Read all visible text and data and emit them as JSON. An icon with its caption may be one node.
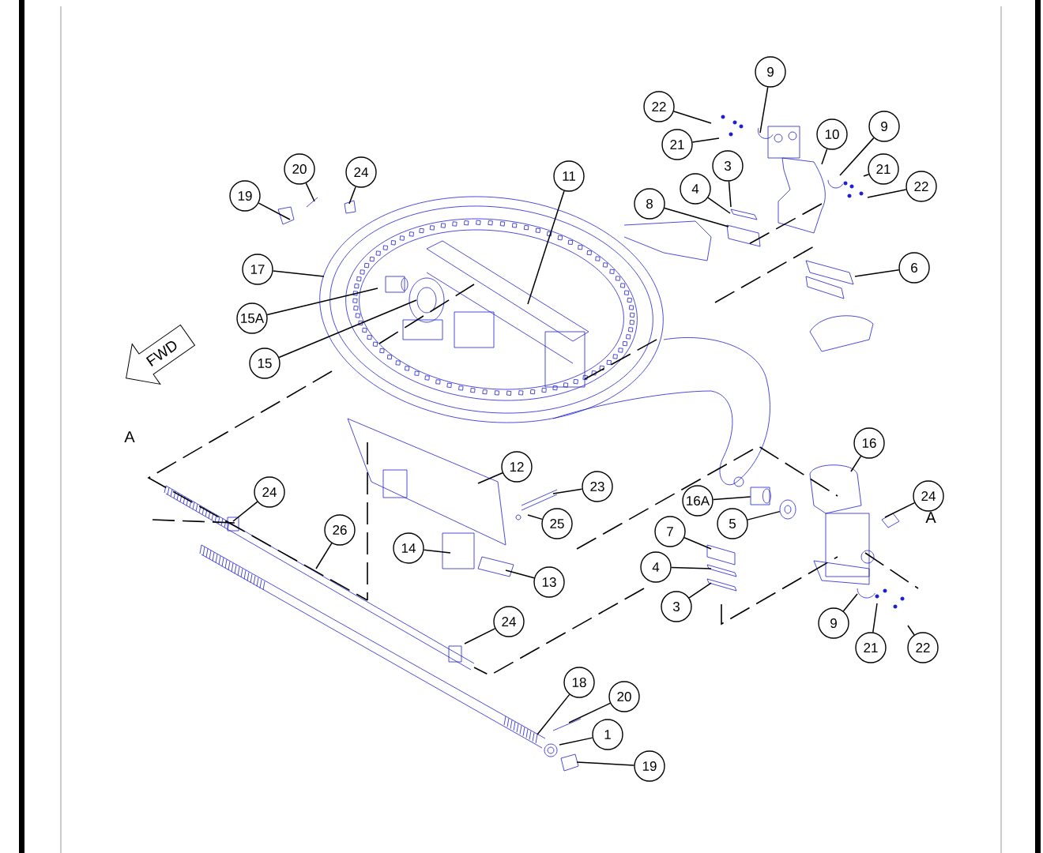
{
  "diagram": {
    "nodes": [
      {
        "text": [
          "9"
        ]
      },
      {
        "text": [
          "22"
        ]
      },
      {
        "text": [
          "21"
        ]
      },
      {
        "text": [
          "10"
        ]
      },
      {
        "text": [
          "9"
        ]
      },
      {
        "text": [
          "21"
        ]
      },
      {
        "text": [
          "22"
        ]
      },
      {
        "text": [
          "3"
        ]
      },
      {
        "text": [
          "4"
        ]
      },
      {
        "text": [
          "8"
        ]
      },
      {
        "text": [
          "20"
        ]
      },
      {
        "text": [
          "24"
        ]
      },
      {
        "text": [
          "19"
        ]
      },
      {
        "text": [
          "11"
        ]
      },
      {
        "text": [
          "17"
        ]
      },
      {
        "text": [
          "15A"
        ]
      },
      {
        "text": [
          "15"
        ]
      },
      {
        "text": [
          "6"
        ]
      },
      {
        "text": [
          "16"
        ]
      },
      {
        "text": [
          "24"
        ]
      },
      {
        "text": [
          "12"
        ]
      },
      {
        "text": [
          "23"
        ]
      },
      {
        "text": [
          "16A"
        ]
      },
      {
        "text": [
          "5"
        ]
      },
      {
        "text": [
          "25"
        ]
      },
      {
        "text": [
          "7"
        ]
      },
      {
        "text": [
          "14"
        ]
      },
      {
        "text": [
          "4"
        ]
      },
      {
        "text": [
          "13"
        ]
      },
      {
        "text": [
          "3"
        ]
      },
      {
        "text": [
          "9"
        ]
      },
      {
        "text": [
          "21"
        ]
      },
      {
        "text": [
          "22"
        ]
      },
      {
        "text": [
          "24"
        ]
      },
      {
        "text": [
          "26"
        ]
      },
      {
        "text": [
          "24"
        ]
      },
      {
        "text": [
          "18"
        ]
      },
      {
        "text": [
          "20"
        ]
      },
      {
        "text": [
          "1"
        ]
      },
      {
        "text": [
          "19"
        ]
      },
      {
        "text": [
          "FWD"
        ]
      },
      {
        "text": [],
        "shape": "cylinder"
      },
      {
        "text": [],
        "shape": "circle"
      }
    ],
    "edges": [
      {
        "from": 0,
        "to": null,
        "arrow": "none"
      },
      {
        "from": 1,
        "to": null,
        "arrow": "none"
      },
      {
        "from": 2,
        "to": null,
        "arrow": "none"
      },
      {
        "from": 3,
        "to": null,
        "arrow": "none"
      },
      {
        "from": 4,
        "to": null,
        "arrow": "none"
      },
      {
        "from": 5,
        "to": null,
        "arrow": "none"
      },
      {
        "from": 6,
        "to": null,
        "arrow": "none"
      },
      {
        "from": 7,
        "to": null,
        "arrow": "none"
      },
      {
        "from": 8,
        "to": null,
        "arrow": "none"
      },
      {
        "from": 9,
        "to": null,
        "arrow": "none"
      },
      {
        "from": 10,
        "to": null,
        "arrow": "none"
      },
      {
        "from": 11,
        "to": null,
        "arrow": "none"
      },
      {
        "from": 12,
        "to": null,
        "arrow": "none"
      },
      {
        "from": 13,
        "to": null,
        "arrow": "none"
      },
      {
        "from": 14,
        "to": null,
        "arrow": "none"
      },
      {
        "from": 15,
        "to": null,
        "arrow": "none"
      },
      {
        "from": 16,
        "to": null,
        "arrow": "none"
      },
      {
        "from": 17,
        "to": null,
        "arrow": "none"
      },
      {
        "from": 18,
        "to": null,
        "arrow": "none"
      },
      {
        "from": 19,
        "to": null,
        "arrow": "none"
      },
      {
        "from": 20,
        "to": null,
        "arrow": "none"
      },
      {
        "from": 21,
        "to": null,
        "arrow": "none"
      },
      {
        "from": 22,
        "to": 41,
        "arrow": "none"
      },
      {
        "from": 23,
        "to": 42,
        "arrow": "none"
      },
      {
        "from": 24,
        "to": null,
        "arrow": "none"
      },
      {
        "from": 25,
        "to": null,
        "arrow": "none"
      },
      {
        "from": 26,
        "to": null,
        "arrow": "none"
      },
      {
        "from": 27,
        "to": null,
        "arrow": "none"
      },
      {
        "from": 28,
        "to": null,
        "arrow": "none"
      },
      {
        "from": 29,
        "to": null,
        "arrow": "none"
      },
      {
        "from": 30,
        "to": null,
        "arrow": "none"
      },
      {
        "from": 31,
        "to": null,
        "arrow": "none"
      },
      {
        "from": 32,
        "to": null,
        "arrow": "none"
      },
      {
        "from": 33,
        "to": null,
        "arrow": "none"
      },
      {
        "from": 34,
        "to": null,
        "arrow": "none"
      },
      {
        "from": 35,
        "to": null,
        "arrow": "none"
      },
      {
        "from": 36,
        "to": null,
        "arrow": "none"
      },
      {
        "from": 37,
        "to": null,
        "arrow": "none"
      },
      {
        "from": 38,
        "to": null,
        "arrow": "none"
      },
      {
        "from": 39,
        "to": null,
        "arrow": "none"
      }
    ],
    "labels": [
      "A",
      "A"
    ]
  }
}
